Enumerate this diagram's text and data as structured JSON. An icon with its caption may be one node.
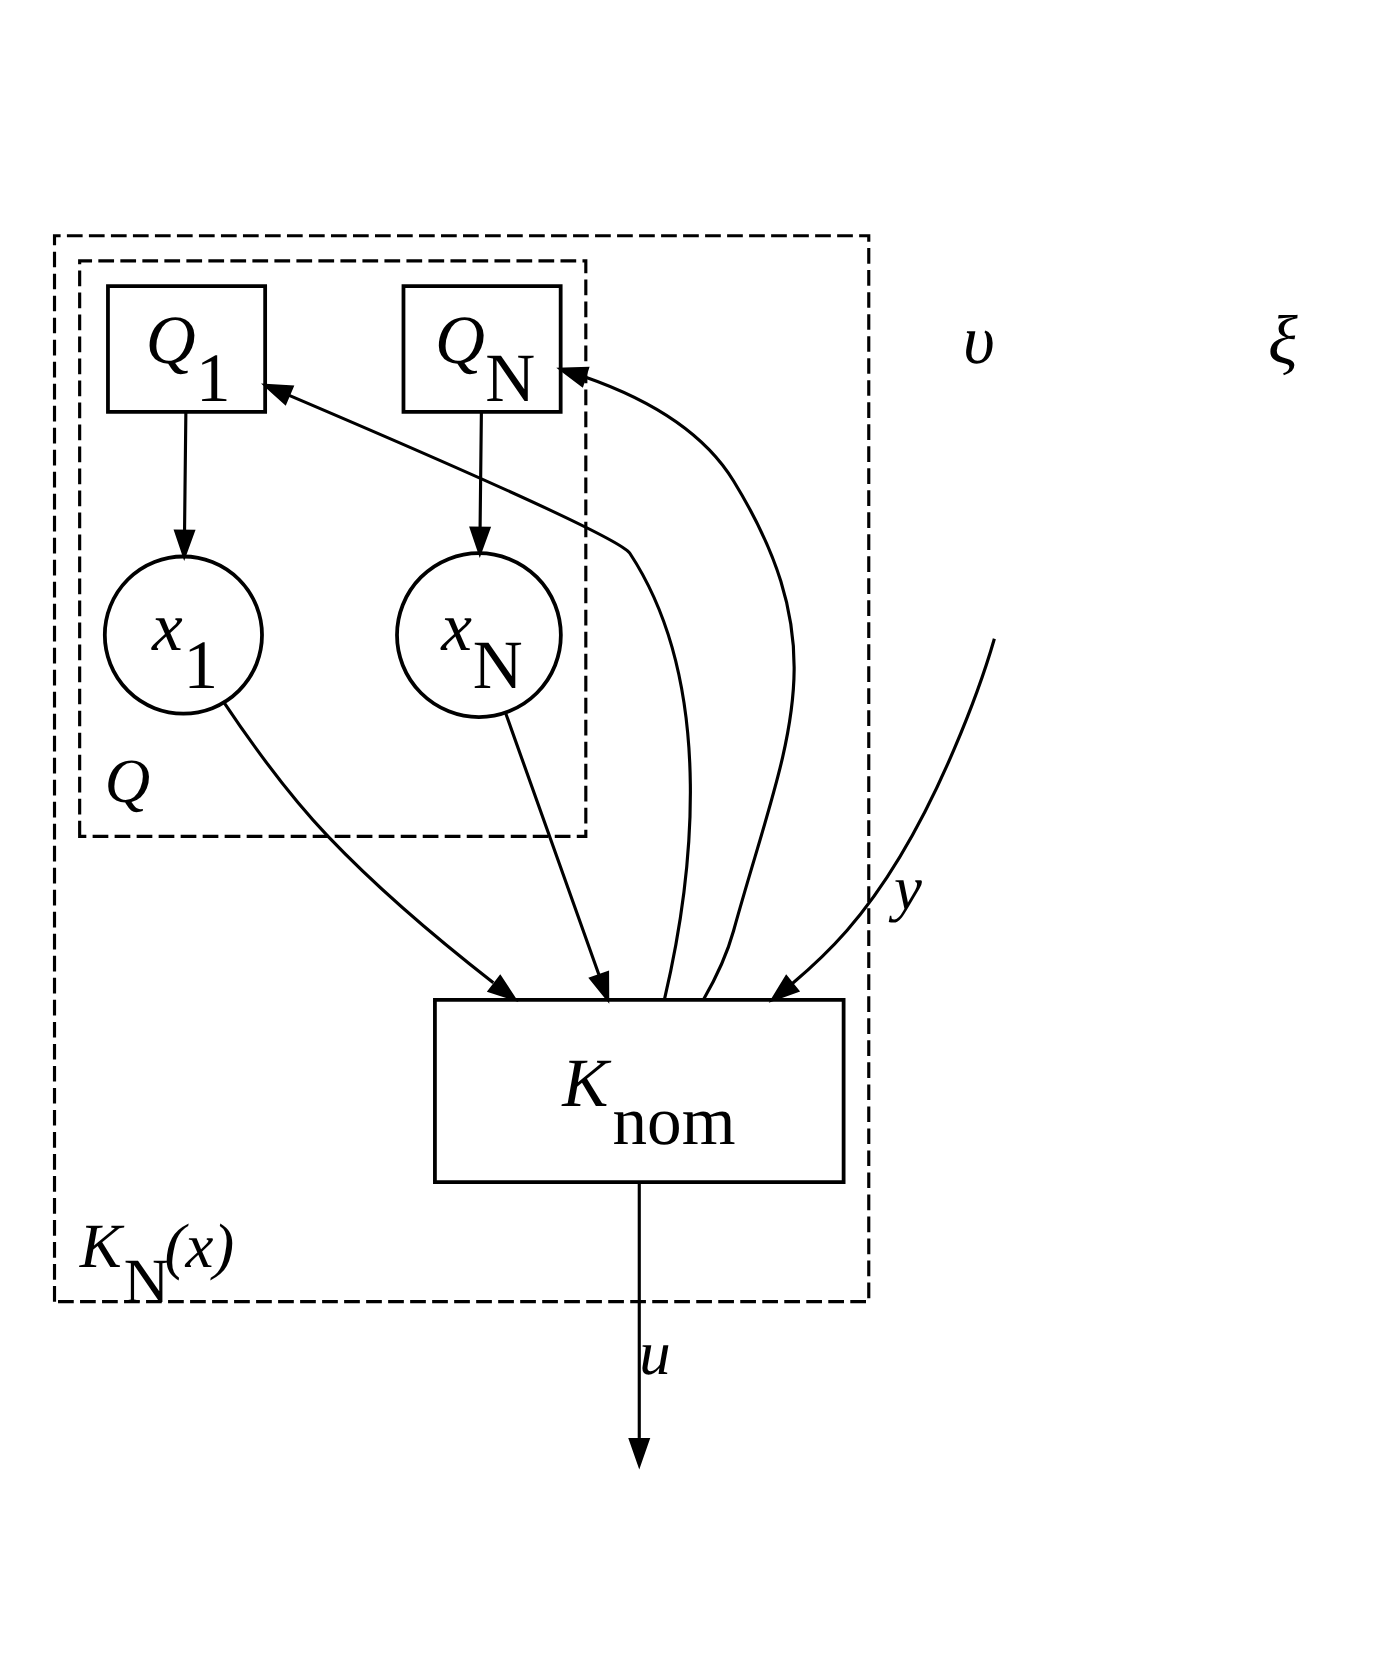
{
  "diagram": {
    "nodes": [
      {
        "text": [
          "K$_{N}$(x)"
        ]
      },
      {
        "text": [
          "K$_{nom}$"
        ],
        "in": 0
      },
      {
        "text": [
          "Q"
        ],
        "in": 0
      },
      {
        "text": [
          "Q$_{1}$"
        ],
        "in": 2
      },
      {
        "text": [
          "x$_{1}$"
        ],
        "in": 2
      },
      {
        "text": [
          "Q$_{N}$"
        ],
        "in": 2
      },
      {
        "text": [
          "x$_{N}$"
        ],
        "in": 2
      }
    ],
    "edges": [
      {
        "from": null,
        "to": 1,
        "arrow": "to",
        "label": "y"
      },
      {
        "from": 1,
        "to": null,
        "arrow": "to",
        "label": "u"
      },
      {
        "from": 1,
        "to": 3,
        "arrow": "to"
      },
      {
        "from": 1,
        "to": 5,
        "arrow": "to"
      },
      {
        "from": 3,
        "to": 4,
        "arrow": "to"
      },
      {
        "from": 5,
        "to": 6,
        "arrow": "to"
      },
      {
        "from": 4,
        "to": 1,
        "arrow": "to"
      },
      {
        "from": 6,
        "to": 1,
        "arrow": "to"
      }
    ],
    "labels": [
      "υ",
      "ξ"
    ]
  }
}
